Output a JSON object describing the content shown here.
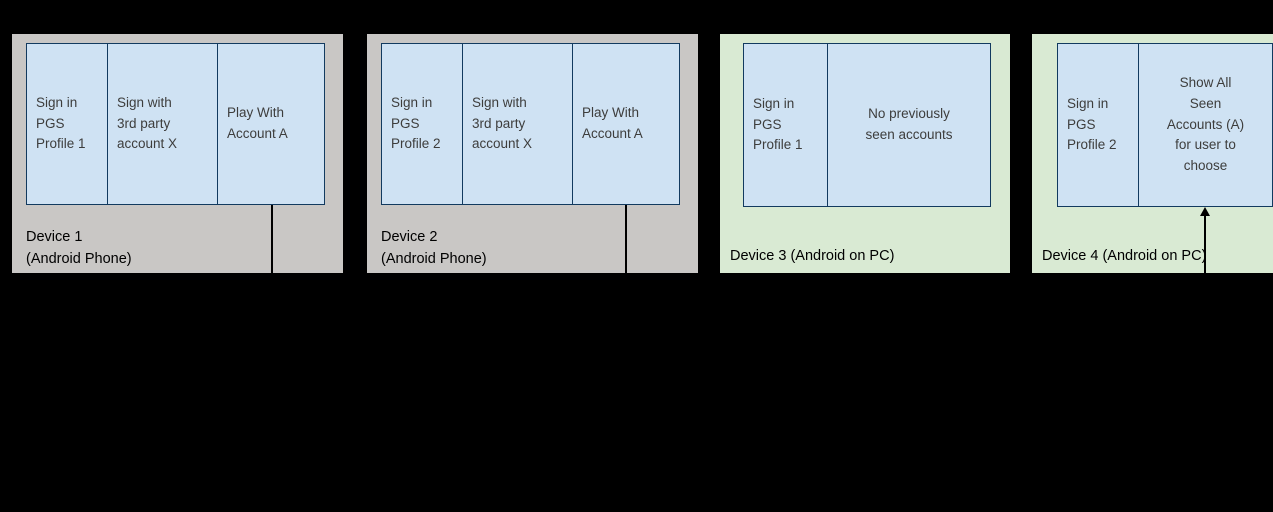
{
  "diagram": {
    "devices": [
      {
        "name": "Device 1",
        "platform": "(Android Phone)",
        "label": "Device 1 (Android Phone)",
        "steps": [
          {
            "label": "Sign in\nPGS\nProfile 1"
          },
          {
            "label": "Sign with\n3rd party\naccount X"
          },
          {
            "label": "Play With\nAccount A"
          }
        ]
      },
      {
        "name": "Device 2",
        "platform": "(Android Phone)",
        "label": "Device 2 (Android Phone)",
        "steps": [
          {
            "label": "Sign in\nPGS\nProfile 2"
          },
          {
            "label": "Sign with\n3rd party\naccount X"
          },
          {
            "label": "Play With\nAccount A"
          }
        ]
      },
      {
        "name": "Device 3",
        "platform": "(Android on PC)",
        "label": "Device 3 (Android on PC)",
        "steps": [
          {
            "label": "Sign in\nPGS\nProfile 1"
          },
          {
            "label": "No previously\nseen accounts"
          }
        ]
      },
      {
        "name": "Device 4",
        "platform": "(Android on PC)",
        "label": "Device 4 (Android on PC)",
        "steps": [
          {
            "label": "Sign in\nPGS\nProfile 2"
          },
          {
            "label": "Show All\nSeen\nAccounts (A)\nfor user to\nchoose"
          }
        ]
      }
    ],
    "colors": {
      "background": "#000000",
      "phone_panel_fill": "#c9c7c5",
      "pc_panel_fill": "#d9ead3",
      "step_fill": "#cfe2f3",
      "step_border": "#123a5f",
      "step_text": "#3d3d3c",
      "label_text": "#000000",
      "connector": "#000000"
    }
  }
}
